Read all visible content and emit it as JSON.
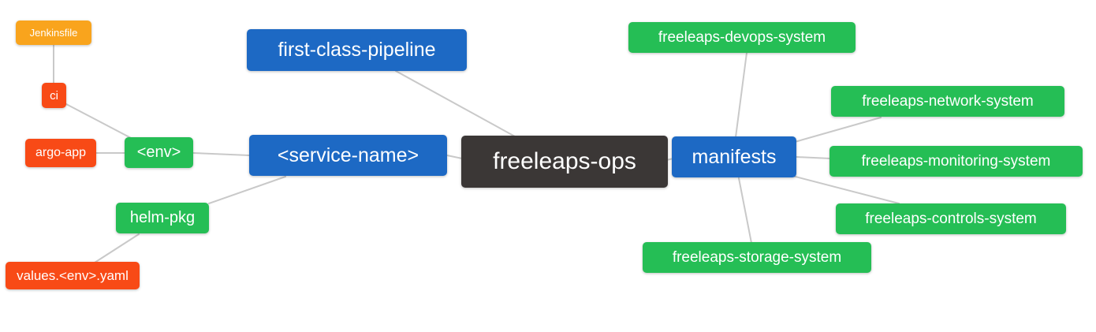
{
  "colors": {
    "orange": "#f9a41d",
    "red": "#f84a16",
    "green": "#25be55",
    "blue": "#1d69c4",
    "dark": "#3b3736",
    "edge": "#c9c9c9",
    "text": "#ffffff",
    "background": "#ffffff"
  },
  "nodes": [
    {
      "id": "jenkinsfile",
      "label": "Jenkinsfile",
      "color": "orange"
    },
    {
      "id": "ci",
      "label": "ci",
      "color": "red"
    },
    {
      "id": "argo-app",
      "label": "argo-app",
      "color": "red"
    },
    {
      "id": "env",
      "label": "<env>",
      "color": "green"
    },
    {
      "id": "helm-pkg",
      "label": "helm-pkg",
      "color": "green"
    },
    {
      "id": "values-env-yaml",
      "label": "values.<env>.yaml",
      "color": "red"
    },
    {
      "id": "first-class-pipeline",
      "label": "first-class-pipeline",
      "color": "blue"
    },
    {
      "id": "service-name",
      "label": "<service-name>",
      "color": "blue"
    },
    {
      "id": "freeleaps-ops",
      "label": "freeleaps-ops",
      "color": "dark"
    },
    {
      "id": "manifests",
      "label": "manifests",
      "color": "blue"
    },
    {
      "id": "devops-system",
      "label": "freeleaps-devops-system",
      "color": "green"
    },
    {
      "id": "network-system",
      "label": "freeleaps-network-system",
      "color": "green"
    },
    {
      "id": "monitoring-system",
      "label": "freeleaps-monitoring-system",
      "color": "green"
    },
    {
      "id": "controls-system",
      "label": "freeleaps-controls-system",
      "color": "green"
    },
    {
      "id": "storage-system",
      "label": "freeleaps-storage-system",
      "color": "green"
    }
  ],
  "edges": [
    {
      "from": "jenkinsfile",
      "to": "ci"
    },
    {
      "from": "ci",
      "to": "env"
    },
    {
      "from": "argo-app",
      "to": "env"
    },
    {
      "from": "env",
      "to": "service-name"
    },
    {
      "from": "helm-pkg",
      "to": "service-name"
    },
    {
      "from": "values-env-yaml",
      "to": "helm-pkg"
    },
    {
      "from": "service-name",
      "to": "freeleaps-ops"
    },
    {
      "from": "first-class-pipeline",
      "to": "freeleaps-ops"
    },
    {
      "from": "freeleaps-ops",
      "to": "manifests"
    },
    {
      "from": "manifests",
      "to": "devops-system"
    },
    {
      "from": "manifests",
      "to": "network-system"
    },
    {
      "from": "manifests",
      "to": "monitoring-system"
    },
    {
      "from": "manifests",
      "to": "controls-system"
    },
    {
      "from": "manifests",
      "to": "storage-system"
    }
  ]
}
